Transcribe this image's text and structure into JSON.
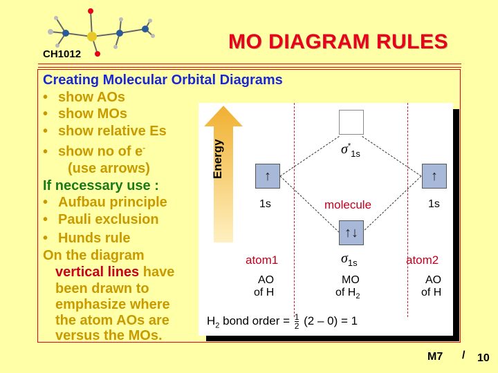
{
  "header": {
    "course_code": "CH1012",
    "title": "MO DIAGRAM RULES"
  },
  "content": {
    "heading": "Creating Molecular Orbital Diagrams",
    "bullets": [
      "show AOs",
      "show MOs",
      "show relative Es",
      "show no of e"
    ],
    "electron_superscript": "-",
    "bullet_note": "(use arrows)",
    "necessary_heading": "If necessary use :",
    "rules": [
      "Aufbau principle",
      "Pauli exclusion",
      "Hunds rule"
    ],
    "diagram_note": {
      "line1": "On the diagram",
      "highlight": "vertical lines",
      "line2_rest": " have",
      "line3": "been drawn to",
      "line4": "emphasize where",
      "line5": "the atom AOs are",
      "line6": "versus the MOs."
    }
  },
  "diagram": {
    "energy_label": "Energy",
    "antibonding_sigma": "σ",
    "antibonding_star": "*",
    "antibonding_sub": "1s",
    "bonding_sigma": "σ",
    "bonding_sub": "1s",
    "atom1_orbital": "1s",
    "atom2_orbital": "1s",
    "molecule_label": "molecule",
    "atom1_label": "atom1",
    "atom2_label": "atom2",
    "ao_label_left": "AO",
    "ao_of_h_left": "of H",
    "mo_label": "MO",
    "mo_of_h2": "of H",
    "mo_of_h2_sub": "2",
    "ao_label_right": "AO",
    "ao_of_h_right": "of H",
    "atom1_electrons": "↑",
    "atom2_electrons": "↑",
    "bonding_electrons": "↑↓",
    "antibonding_electrons": "",
    "bond_order_prefix": "H",
    "bond_order_sub": "2",
    "bond_order_text": " bond order = ",
    "frac_num": "1",
    "frac_den": "2",
    "bond_order_rest": " (2 – 0) = 1"
  },
  "footer": {
    "slide_id": "M7",
    "separator": "/",
    "page": "10"
  }
}
